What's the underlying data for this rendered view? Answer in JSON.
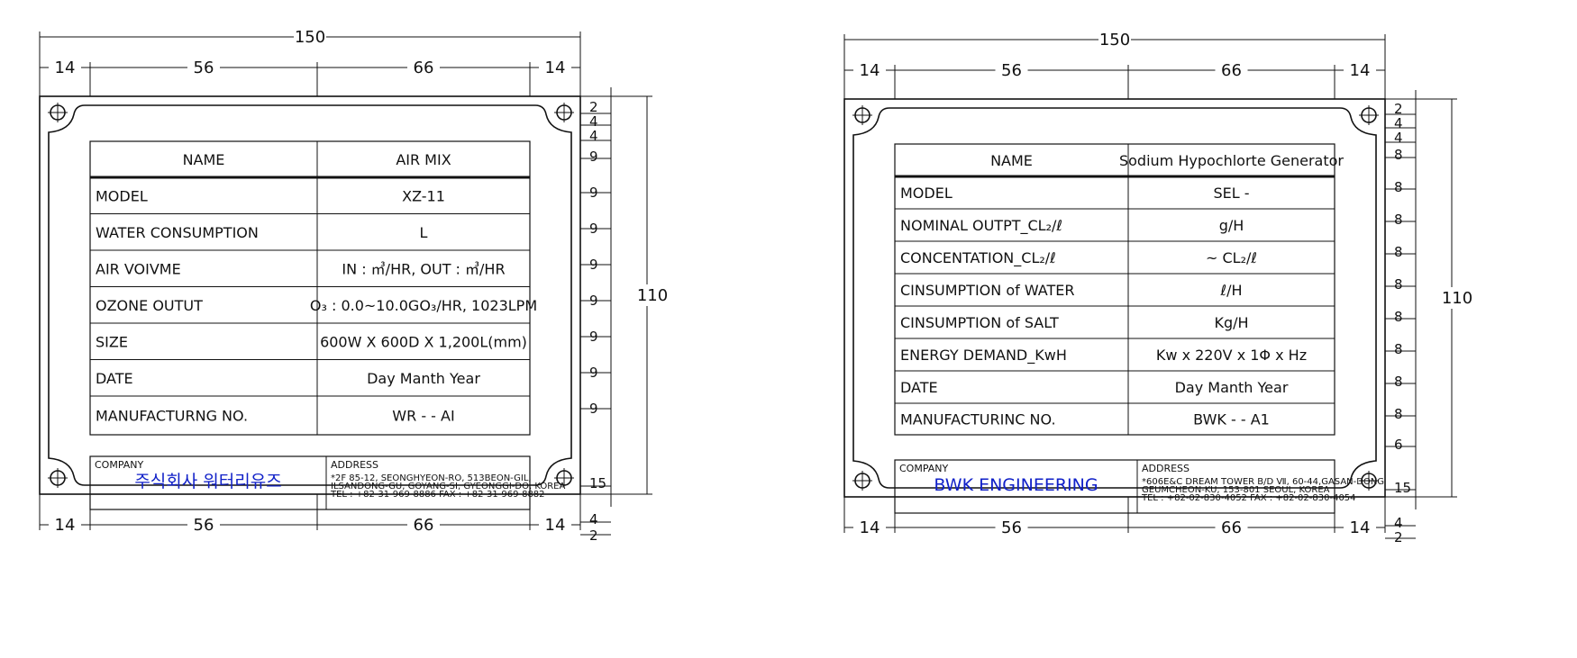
{
  "plates": [
    {
      "dims": {
        "top_total": "150",
        "top_segments": [
          "14",
          "56",
          "66",
          "14"
        ],
        "bottom_segments": [
          "14",
          "56",
          "66",
          "14"
        ],
        "height_total": "110",
        "right_segments": [
          "2",
          "4",
          "4",
          "9",
          "9",
          "9",
          "9",
          "9",
          "9",
          "9",
          "9",
          "15",
          "4",
          "2"
        ]
      },
      "rows": [
        {
          "label": "NAME",
          "value": "AIR MIX"
        },
        {
          "label": "MODEL",
          "value": "XZ-11"
        },
        {
          "label": "WATER CONSUMPTION",
          "value": "L"
        },
        {
          "label": "AIR VOIVME",
          "value": "IN :       ㎥/HR, OUT :         ㎥/HR"
        },
        {
          "label": "OZONE OUTUT",
          "value": "O₃ : 0.0~10.0GO₃/HR, 1023LPM"
        },
        {
          "label": "SIZE",
          "value": "600W X 600D X 1,200L(mm)"
        },
        {
          "label": "DATE",
          "value": "Day           Manth           Year"
        },
        {
          "label": "MANUFACTURNG NO.",
          "value": "WR -                  - AI"
        }
      ],
      "footer": {
        "company_label": "COMPANY",
        "company_name": "주식회사 워터리유즈",
        "address_label": "ADDRESS",
        "address_lines": [
          "*2F 85-12, SEONGHYEON-RO, 513BEON-GIL,",
          "ILSANDONG-GU, GOYANG-SI, GYEONGGI-DO, KOREA",
          "TEL : +82-31-969-8886      FAX : +82-31-969-8882"
        ]
      }
    },
    {
      "dims": {
        "top_total": "150",
        "top_segments": [
          "14",
          "56",
          "66",
          "14"
        ],
        "bottom_segments": [
          "14",
          "56",
          "66",
          "14"
        ],
        "height_total": "110",
        "right_segments": [
          "2",
          "4",
          "4",
          "8",
          "8",
          "8",
          "8",
          "8",
          "8",
          "8",
          "8",
          "8",
          "6",
          "15",
          "4",
          "2"
        ]
      },
      "rows": [
        {
          "label": "NAME",
          "value": "Sodium Hypochlorte Generator"
        },
        {
          "label": "MODEL",
          "value": "SEL -"
        },
        {
          "label": "NOMINAL OUTPT_CL₂/ℓ",
          "value": "g/H"
        },
        {
          "label": "CONCENTATION_CL₂/ℓ",
          "value": "~          CL₂/ℓ"
        },
        {
          "label": "CINSUMPTION of WATER",
          "value": "ℓ/H"
        },
        {
          "label": "CINSUMPTION of SALT",
          "value": "Kg/H"
        },
        {
          "label": "ENERGY DEMAND_KwH",
          "value": "Kw x 220V x 1Φ x         Hz"
        },
        {
          "label": "DATE",
          "value": "Day           Manth           Year"
        },
        {
          "label": "MANUFACTURINC NO.",
          "value": "BWK  -               - A1"
        }
      ],
      "footer": {
        "company_label": "COMPANY",
        "company_name": "BWK ENGINEERING",
        "address_label": "ADDRESS",
        "address_lines": [
          "*606E&C DREAM TOWER B/D Ⅶ, 60-44,GASAN-DONG",
          "GEUMCHEON-KU, 153-801 SEOUL, KOREA",
          "TEL : +82-02-830-4052      FAX : +82-02-830-4054"
        ]
      }
    }
  ]
}
